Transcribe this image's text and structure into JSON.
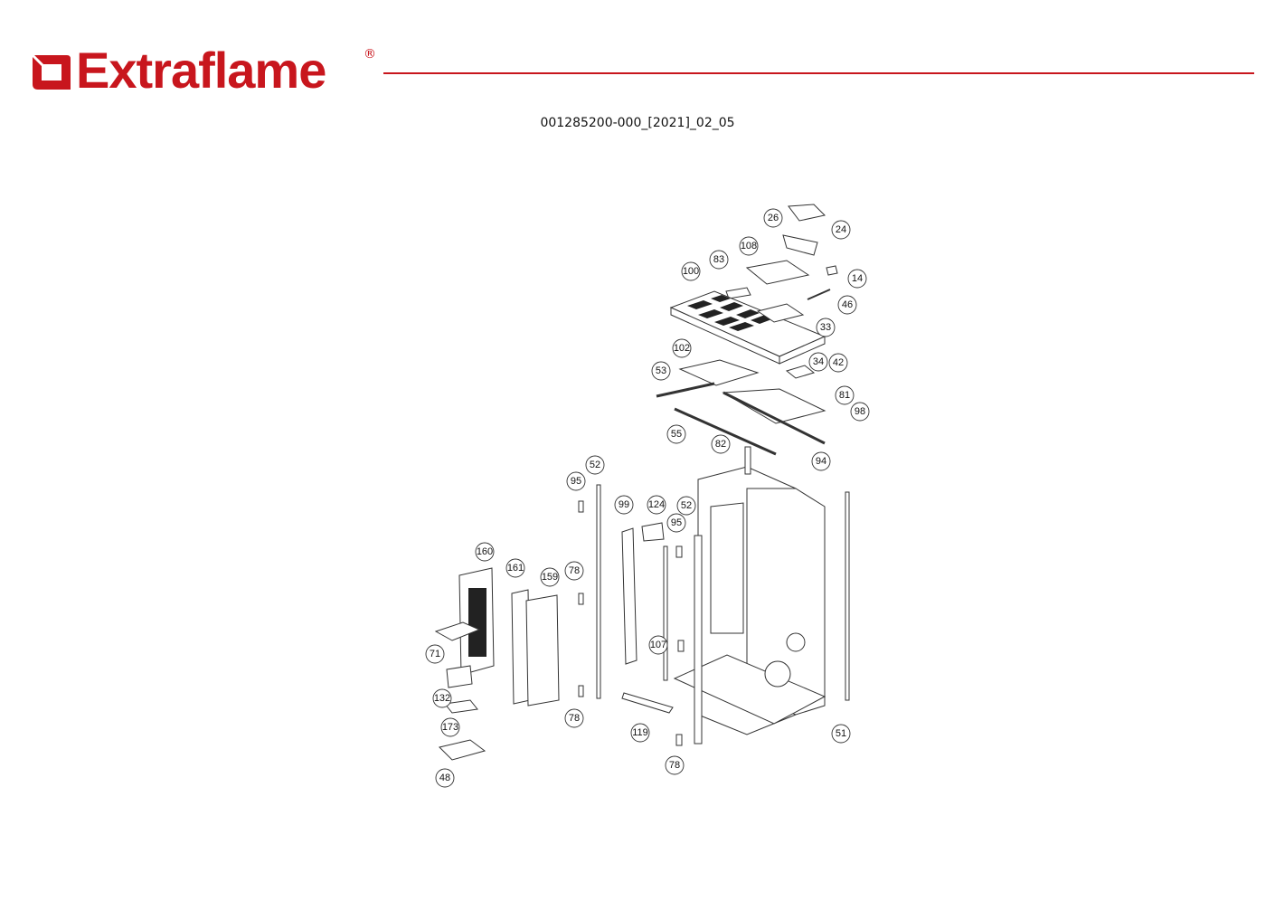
{
  "brand": {
    "name": "Extraflame",
    "registered": "®",
    "color": "#c8161d"
  },
  "document_id": "001285200-000_[2021]_02_05",
  "callouts": [
    "26",
    "24",
    "108",
    "83",
    "100",
    "14",
    "46",
    "33",
    "102",
    "34",
    "42",
    "53",
    "81",
    "98",
    "55",
    "82",
    "94",
    "52",
    "95",
    "99",
    "124",
    "52",
    "95",
    "160",
    "161",
    "159",
    "78",
    "107",
    "71",
    "132",
    "173",
    "78",
    "119",
    "51",
    "78",
    "48"
  ]
}
